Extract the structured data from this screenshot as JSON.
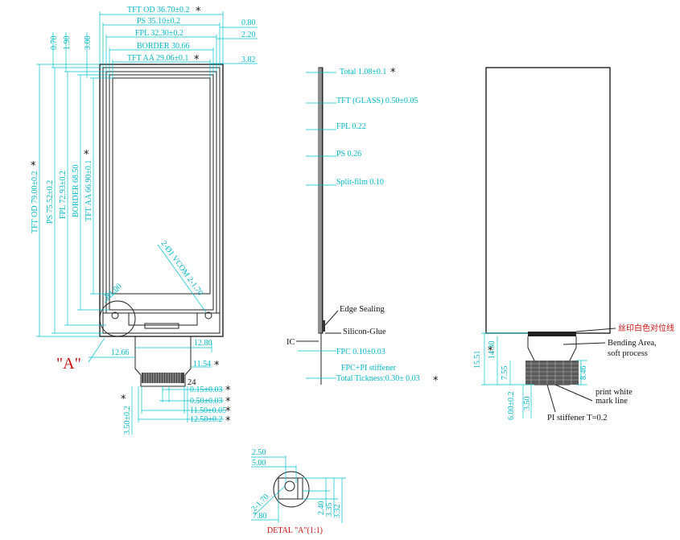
{
  "front_view": {
    "top_dims": [
      "TFT OD 36.70±0.2",
      "PS 35.10±0.2",
      "FPL 32.30±0.2",
      "BORDER 30.66",
      "TFT AA 29.06±0.1"
    ],
    "right_dims": [
      "0.80",
      "2.20",
      "3.82"
    ],
    "left_dims": [
      "0.70",
      "1.90",
      "3.00"
    ],
    "vertical_dims": [
      "TFT OD 79.00±0.2",
      "PS 75.52±0.2",
      "FPL 72.93±0.2",
      "BORDER 68.50",
      "TFT AA 66.90±0.1"
    ],
    "vcom": "2-Ø1 VCOM 2-1.70",
    "r_label": "R1.00",
    "a_label": "\"A\"",
    "fpc_dims": [
      "12.80",
      "12.66",
      "11.54"
    ],
    "pin_label": "24",
    "bottom_dims": [
      "0.15±0.03",
      "0.50±0.03",
      "11.50±0.05",
      "12.50±0.2"
    ],
    "left_bottom_dim": "3.50±0.2"
  },
  "side_view": {
    "layers": [
      "Total 1.08±0.1",
      "TFT (GLASS) 0.50±0.05",
      "FPL 0.22",
      "PS 0.26",
      "Split-film 0.10"
    ],
    "edge_sealing": "Edge Sealing",
    "silicon_glue": "Silicon-Glue",
    "ic": "IC",
    "fpc": "FPC 0.10±0.03",
    "fpc_pi": "FPC+PI stiffener",
    "total_thickness": "Total Tickness:0.30± 0.03"
  },
  "back_view": {
    "silk": "丝印白色对位线",
    "bending1": "Bending Area,",
    "bending2": "soft process",
    "print1": "print white",
    "print2": "mark line",
    "pi": "PI stiffener T=0.2",
    "vdims": [
      "15.51",
      "14.30",
      "7.55",
      "8.46",
      "6.00±0.2",
      "3.50"
    ]
  },
  "detail": {
    "dims": [
      "2.50",
      "5.00",
      "2-1.70",
      "7.80",
      "2.40",
      "3.35",
      "3.32"
    ],
    "caption": "DETAL \"A\"(1:1)"
  },
  "asterisk": "*"
}
